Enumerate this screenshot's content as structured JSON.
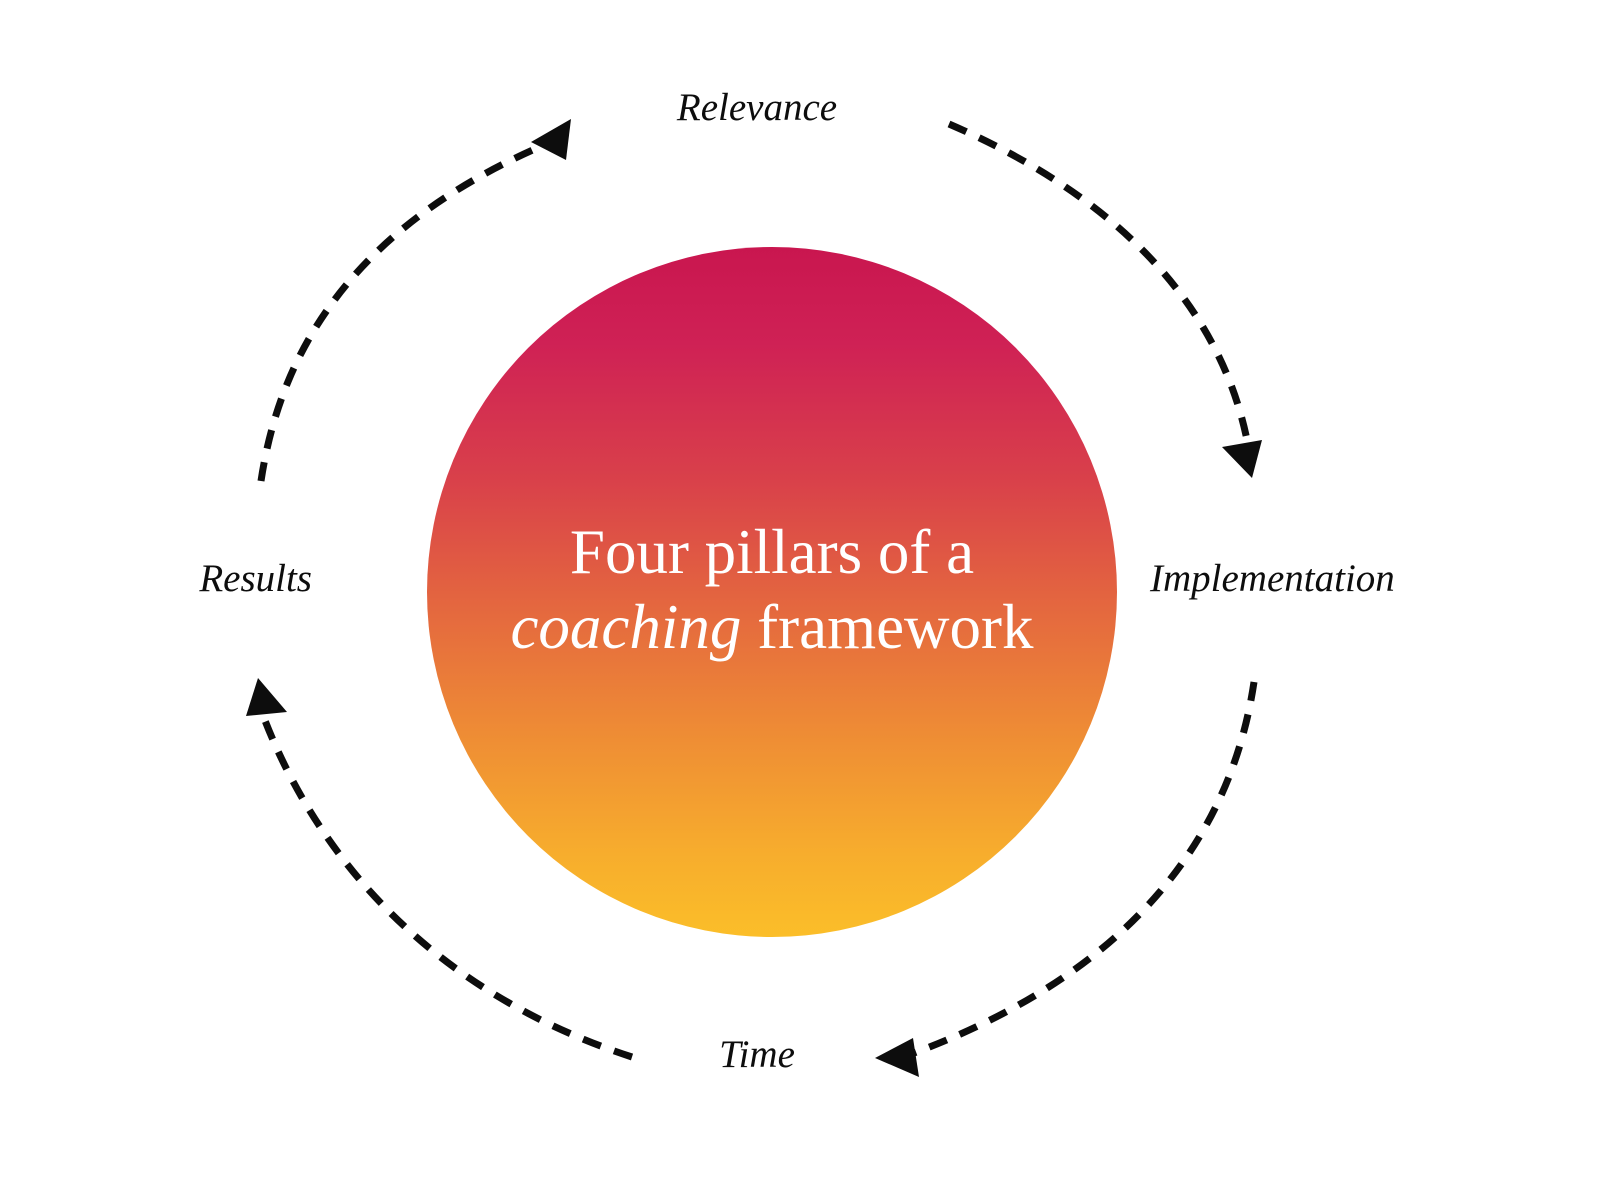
{
  "diagram": {
    "type": "cycle",
    "title": "Four pillars of a coaching framework",
    "center": {
      "line1": "Four pillars of a",
      "line2_emphasis": "coaching",
      "line2_rest": " framework"
    },
    "nodes": [
      {
        "id": "relevance",
        "label": "Relevance",
        "position": "top"
      },
      {
        "id": "implementation",
        "label": "Implementation",
        "position": "right"
      },
      {
        "id": "time",
        "label": "Time",
        "position": "bottom"
      },
      {
        "id": "results",
        "label": "Results",
        "position": "left"
      }
    ],
    "connections": [
      {
        "id": "relevance-to-implementation",
        "from": "Relevance",
        "to": "Implementation",
        "style": "dashed-arc-arrow"
      },
      {
        "id": "implementation-to-time",
        "from": "Implementation",
        "to": "Time",
        "style": "dashed-arc-arrow"
      },
      {
        "id": "time-to-results",
        "from": "Time",
        "to": "Results",
        "style": "dashed-arc-arrow"
      },
      {
        "id": "results-to-relevance",
        "from": "Results",
        "to": "Relevance",
        "style": "dashed-arc-arrow"
      }
    ],
    "colors": {
      "background": "#ffffff",
      "gradient_top": "#ce1f55",
      "gradient_mid": "#e4673f",
      "gradient_bottom": "#f9b52c",
      "arrow": "#0d0d0d",
      "center_text": "#ffffff",
      "label_text": "#0d0d0d"
    }
  }
}
